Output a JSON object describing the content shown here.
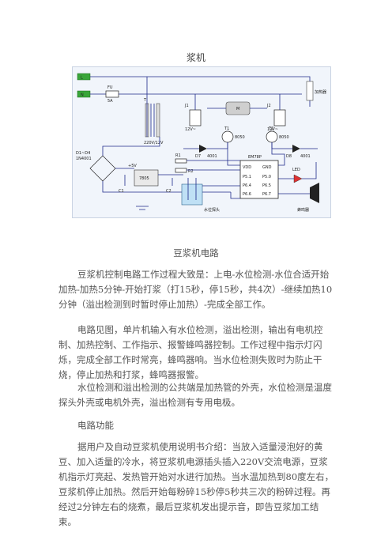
{
  "page": {
    "title": "浆机"
  },
  "figure": {
    "caption": "豆浆机电路",
    "labels": {
      "l": "L",
      "n": "N",
      "fuse_ref": "FU",
      "fuse_val": "5A",
      "transformer": "T",
      "transformer_note": "220V/12V",
      "relay1": "J1",
      "relay2": "J2",
      "relay_note": "12V~",
      "motor": "M",
      "heater": "加热器",
      "d7": "D7",
      "d8": "D8",
      "d_model": "4001",
      "t1": "T1",
      "t2": "T2",
      "t_model": "8050",
      "bridge": "D1~D4",
      "bridge_model": "1N4001",
      "reg": "7805",
      "vcc": "+5V",
      "ic": "EM78P",
      "pin_vdd": "VDD",
      "pin_gnd": "GND",
      "pin_p1": "P5.1",
      "pin_p2": "P5.0",
      "pin_p3": "P6.4",
      "pin_p4": "P6.5",
      "pin_p5": "P6.6",
      "pin_p6": "P6.7",
      "led": "LED",
      "buzzer": "蜂鸣器",
      "r1": "R1",
      "r2": "R2",
      "c1": "C1",
      "c2": "C2",
      "probe": "水位探头"
    }
  },
  "body": {
    "p1": "豆浆机控制电路工作过程大致是：上电-水位检测-水位合适开始加热-加热5分钟-开始打浆（打15秒，停15秒，共4次）-继续加热10分钟（溢出检测到时暂时停止加热）-完成全部工作。",
    "p2": "电路见图，单片机输入有水位检测，溢出检测，输出有电机控制、加热控制、工作指示、报警蜂鸣器控制。工作过程中指示灯闪烁，完成全部工作时常亮，蜂鸣器响。当水位检测失败时为防止干烧，停止加热和打浆，蜂鸣器报警。",
    "p3": "水位检测和溢出检测的公共端是加热管的外壳，水位检测是温度探头外壳或电机外壳，溢出检测有专用电极。",
    "p4": "电路功能",
    "p5": "据用户及自动豆浆机使用说明书介绍：当放入适量浸泡好的黄豆、加入适量的冷水，将豆浆机电源插头插入220V交流电源，豆浆机指示灯亮起、发热管开始对水进行加热。当水温加热到80度左右，豆浆机停止加热。然后开始每粉碎15秒停5秒共三次的粉碎过程。再经过2分钟左右的烧煮，最后豆浆机发出提示音，即告豆浆加工结束。"
  }
}
